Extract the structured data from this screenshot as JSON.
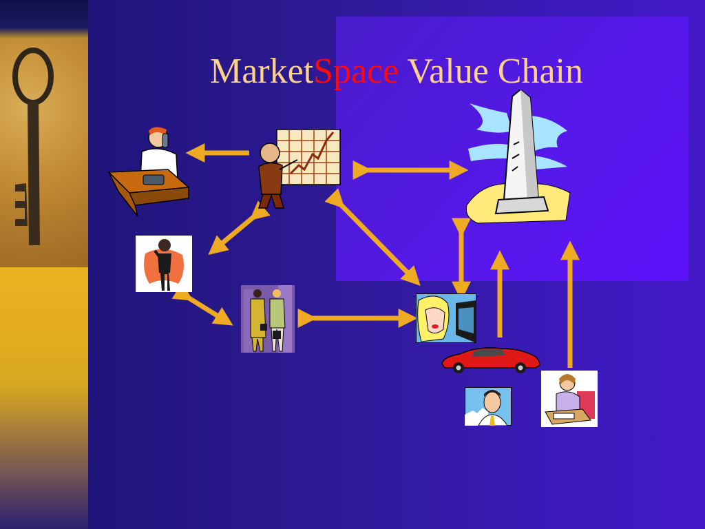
{
  "slide": {
    "title_part1": "Market",
    "title_part2": "Space",
    "title_part3": " Value Chain"
  },
  "colors": {
    "title": "#ffd28a",
    "title_accent": "#ff0a0a",
    "arrow": "#eeaa22",
    "background": "#2a1a8a",
    "sidebar": "#e9b020"
  },
  "clipart": [
    "businessman-on-phone-at-desk",
    "presenter-with-rising-chart",
    "washington-monument",
    "man-on-cellphone",
    "businesswomen-handshake",
    "woman-at-computer",
    "red-sports-car",
    "man-in-suit",
    "woman-on-phone-at-desk",
    "antique-key"
  ],
  "arrows": [
    {
      "from": "presenter-with-rising-chart",
      "to": "businessman-on-phone-at-desk",
      "type": "single"
    },
    {
      "from": "presenter-with-rising-chart",
      "to": "washington-monument",
      "type": "double"
    },
    {
      "from": "presenter-with-rising-chart",
      "to": "man-on-cellphone",
      "type": "double"
    },
    {
      "from": "presenter-with-rising-chart",
      "to": "woman-at-computer",
      "type": "double"
    },
    {
      "from": "man-on-cellphone",
      "to": "businesswomen-handshake",
      "type": "double"
    },
    {
      "from": "businesswomen-handshake",
      "to": "woman-at-computer",
      "type": "double"
    },
    {
      "from": "woman-at-computer",
      "to": "washington-monument",
      "type": "double"
    },
    {
      "from": "red-sports-car",
      "to": "washington-monument",
      "type": "single"
    },
    {
      "from": "woman-on-phone-at-desk",
      "to": "washington-monument",
      "type": "single"
    }
  ]
}
